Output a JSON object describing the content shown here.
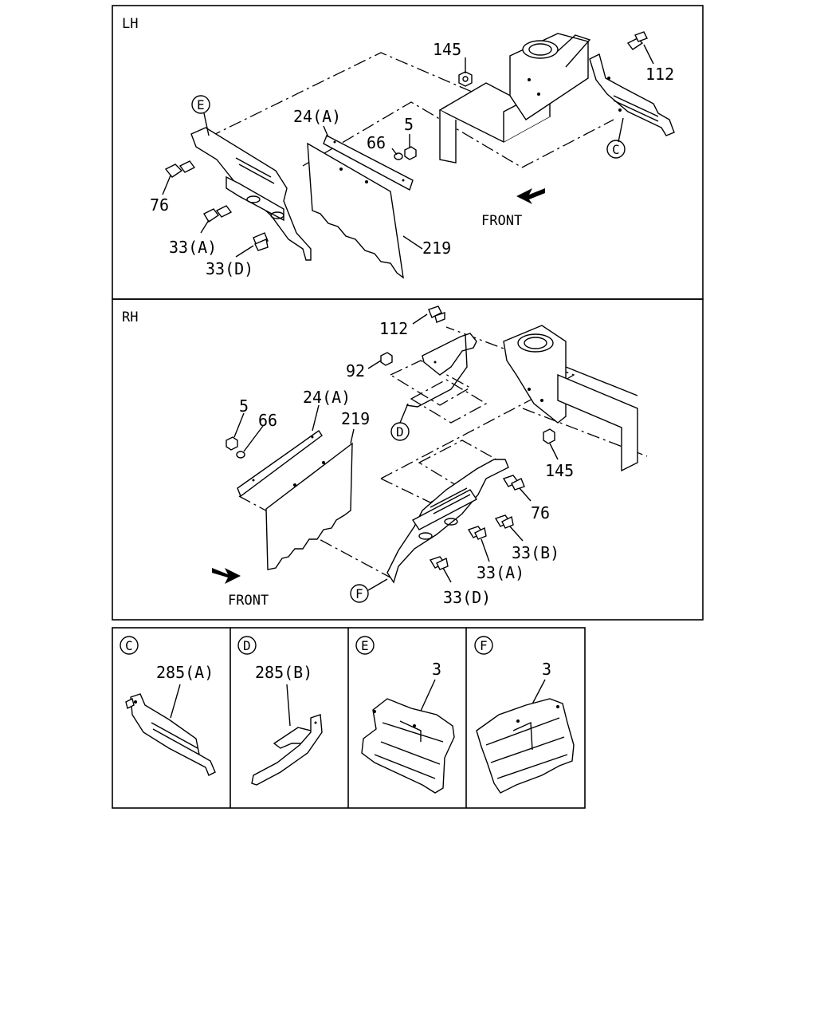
{
  "panels": {
    "lh": {
      "title": "LH",
      "front_label": "FRONT",
      "labels": {
        "p145": "145",
        "p112": "112",
        "p24a": "24(A)",
        "p66": "66",
        "p5": "5",
        "p76": "76",
        "p33a": "33(A)",
        "p33d": "33(D)",
        "p219": "219"
      },
      "callouts": {
        "e": "E",
        "c": "C"
      }
    },
    "rh": {
      "title": "RH",
      "front_label": "FRONT",
      "labels": {
        "p112": "112",
        "p92": "92",
        "p5": "5",
        "p66": "66",
        "p24a": "24(A)",
        "p219": "219",
        "p145": "145",
        "p76": "76",
        "p33b": "33(B)",
        "p33a": "33(A)",
        "p33d": "33(D)"
      },
      "callouts": {
        "d": "D",
        "f": "F"
      }
    },
    "details": [
      {
        "id": "C",
        "label": "285(A)"
      },
      {
        "id": "D",
        "label": "285(B)"
      },
      {
        "id": "E",
        "label": "3"
      },
      {
        "id": "F",
        "label": "3"
      }
    ]
  }
}
